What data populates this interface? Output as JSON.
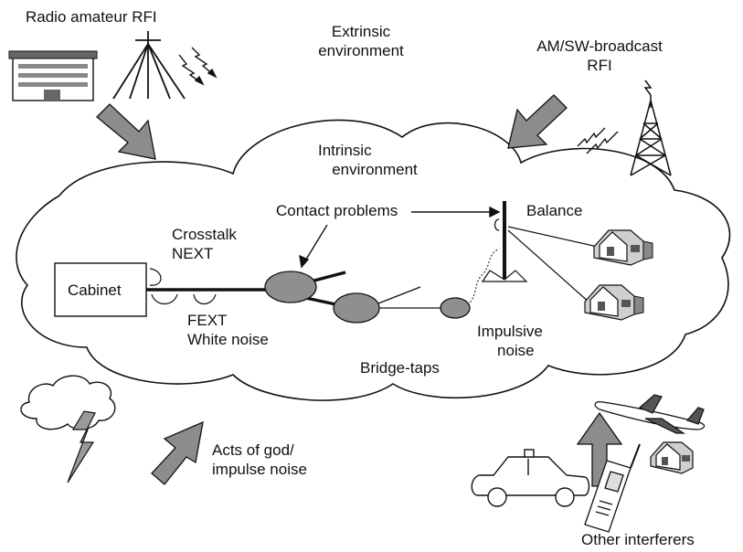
{
  "labels": {
    "radio_amateur": "Radio amateur RFI",
    "extrinsic_1": "Extrinsic",
    "extrinsic_2": "environment",
    "am_sw_1": "AM/SW-broadcast",
    "am_sw_2": "RFI",
    "intrinsic_1": "Intrinsic",
    "intrinsic_2": "environment",
    "contact_problems": "Contact problems",
    "balance": "Balance",
    "crosstalk": "Crosstalk",
    "next": "NEXT",
    "cabinet": "Cabinet",
    "fext": "FEXT",
    "white_noise": "White noise",
    "impulsive": "Impulsive",
    "noise": "noise",
    "bridge_taps": "Bridge-taps",
    "acts_of_god": "Acts of god/",
    "impulse_noise": "impulse noise",
    "other_interferers": "Other interferers"
  },
  "colors": {
    "arrow_fill": "#8c8c8c",
    "node_fill": "#8f8f8f",
    "stroke": "#111111"
  }
}
